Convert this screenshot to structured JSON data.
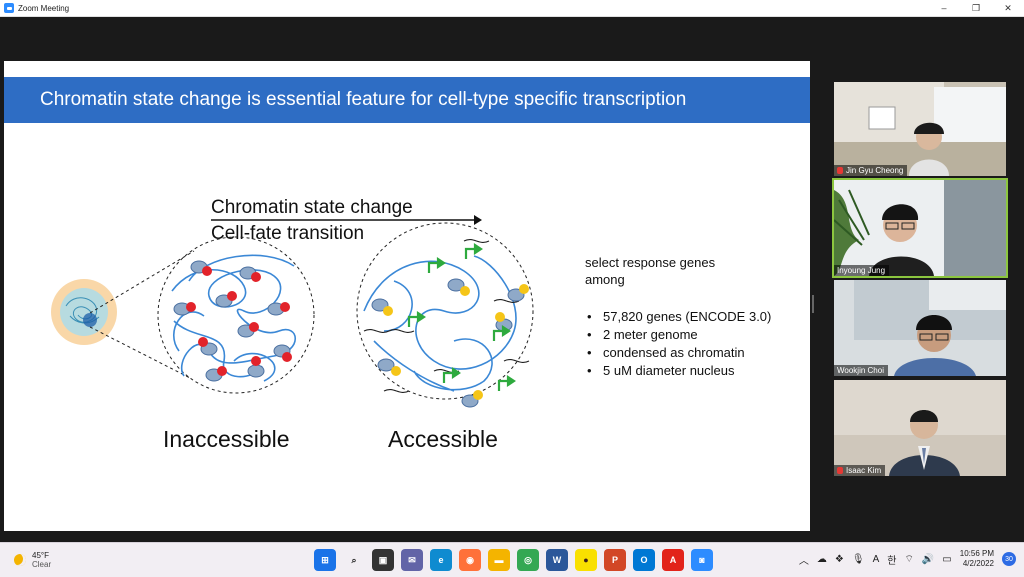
{
  "window": {
    "title": "Zoom Meeting",
    "controls": [
      "–",
      "❐",
      "✕"
    ]
  },
  "slide": {
    "title": "Chromatin state change is essential feature for cell-type specific transcription",
    "arrow_top": "Chromatin state change",
    "arrow_bottom": "Cell-fate transition",
    "label_left": "Inaccessible",
    "label_right": "Accessible",
    "genes_heading": "select response genes among",
    "genes_items": [
      "57,820 genes (ENCODE 3.0)",
      "2 meter genome",
      "condensed as chromatin",
      "5 uM diameter nucleus"
    ],
    "bullet": "•"
  },
  "participants": [
    {
      "name": "Jin Gyu Cheong",
      "muted": true
    },
    {
      "name": "Inyoung Jung",
      "muted": false,
      "active": true
    },
    {
      "name": "Wookjin Choi",
      "muted": false
    },
    {
      "name": "Isaac Kim",
      "muted": true
    }
  ],
  "taskbar": {
    "weather_temp": "45°F",
    "weather_desc": "Clear",
    "time": "10:56 PM",
    "date": "4/2/2022",
    "notifications": "30",
    "input_lang_1": "A",
    "input_lang_2": "한",
    "apps": [
      {
        "name": "start-icon",
        "color": "#1a73e8",
        "glyph": "⊞"
      },
      {
        "name": "search-icon",
        "color": "#f2eef3",
        "glyph": "⌕"
      },
      {
        "name": "taskview-icon",
        "color": "#333333",
        "glyph": "▣"
      },
      {
        "name": "chat-icon",
        "color": "#6264a7",
        "glyph": "✉"
      },
      {
        "name": "edge-icon",
        "color": "#0f8bd0",
        "glyph": "e"
      },
      {
        "name": "firefox-icon",
        "color": "#ff7139",
        "glyph": "◉"
      },
      {
        "name": "file-explorer-icon",
        "color": "#f4b400",
        "glyph": "▬"
      },
      {
        "name": "chrome-icon",
        "color": "#34a853",
        "glyph": "◎"
      },
      {
        "name": "word-icon",
        "color": "#2b579a",
        "glyph": "W"
      },
      {
        "name": "kakaotalk-icon",
        "color": "#f9e000",
        "glyph": "●"
      },
      {
        "name": "powerpoint-icon",
        "color": "#d24726",
        "glyph": "P"
      },
      {
        "name": "outlook-icon",
        "color": "#0078d4",
        "glyph": "O"
      },
      {
        "name": "acrobat-icon",
        "color": "#e2231a",
        "glyph": "A"
      },
      {
        "name": "zoom-icon",
        "color": "#2d8cff",
        "glyph": "◙"
      }
    ]
  },
  "colors": {
    "slide_header": "#2e6dc4",
    "active_speaker": "#8cc63f",
    "chromatin": "#3b88d6",
    "nucleosome_red": "#e2232a",
    "nucleosome_yellow": "#f5c518",
    "tss_green": "#2eaa3e"
  }
}
